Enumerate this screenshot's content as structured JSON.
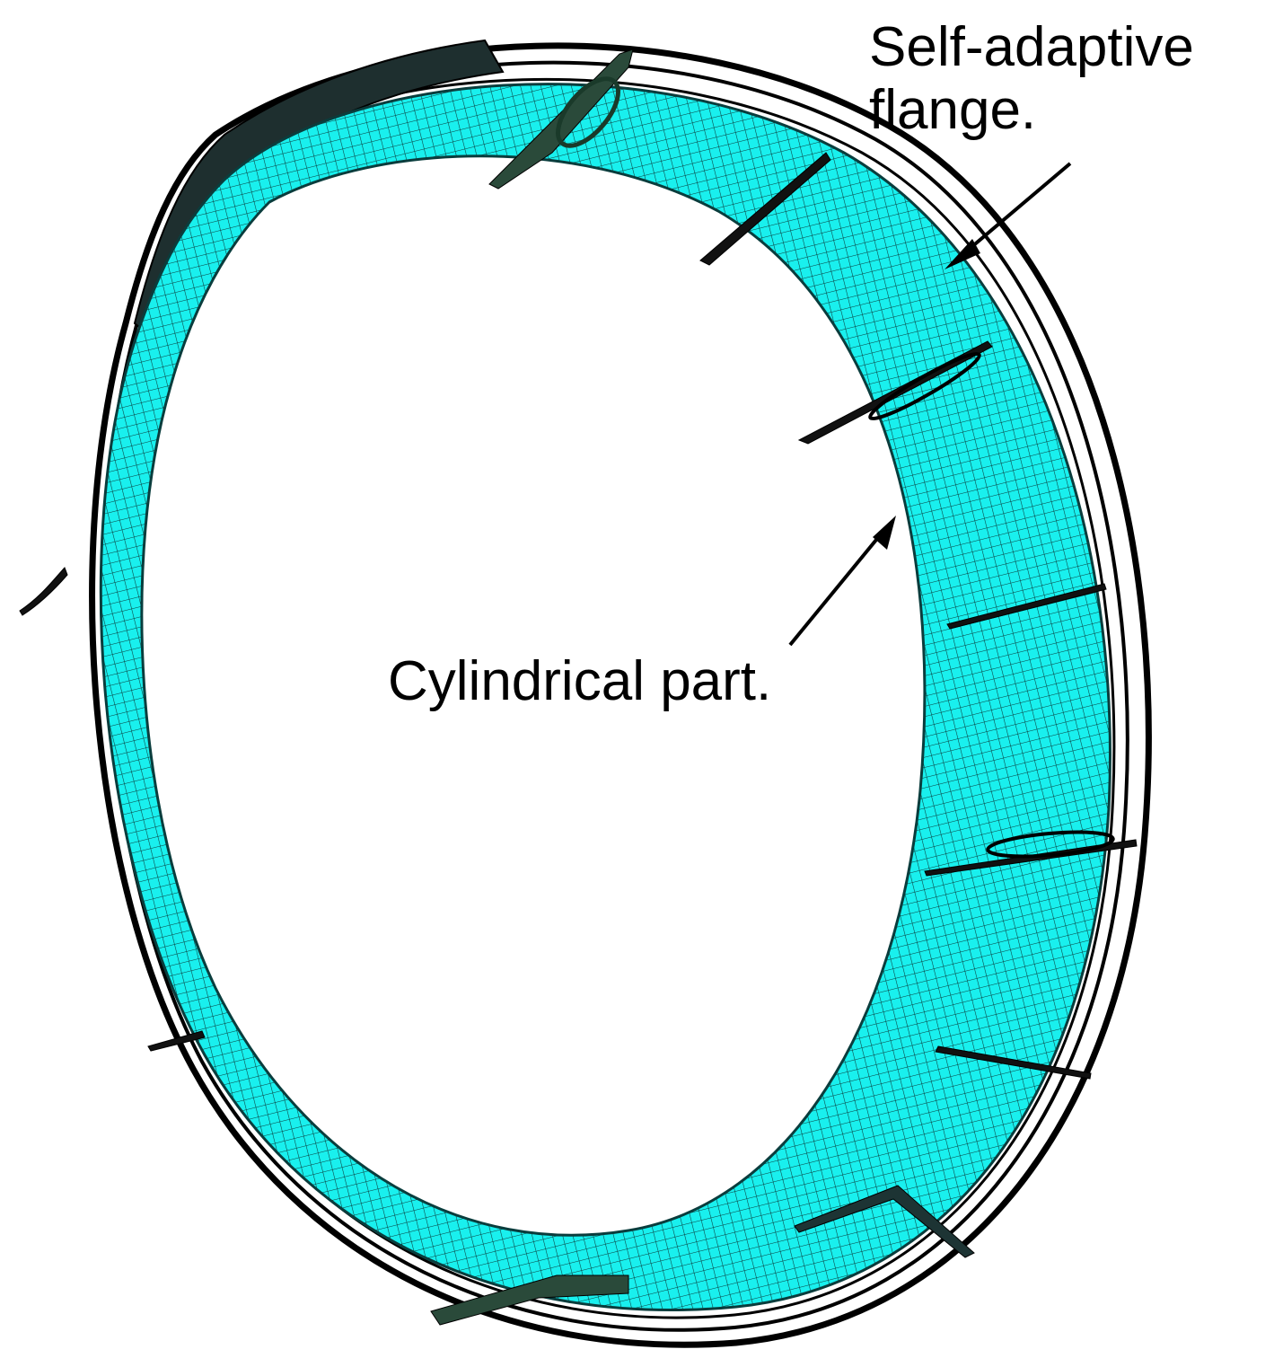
{
  "labels": {
    "flange_line1": "Self-adaptive",
    "flange_line2": "flange.",
    "cylinder": "Cylindrical part."
  },
  "colors": {
    "mesh_fill": "#19f0ee",
    "mesh_line": "#0a3d3d",
    "outline": "#000000",
    "background": "#ffffff"
  },
  "components": [
    "self-adaptive-flange",
    "cylindrical-part",
    "support-struts"
  ]
}
